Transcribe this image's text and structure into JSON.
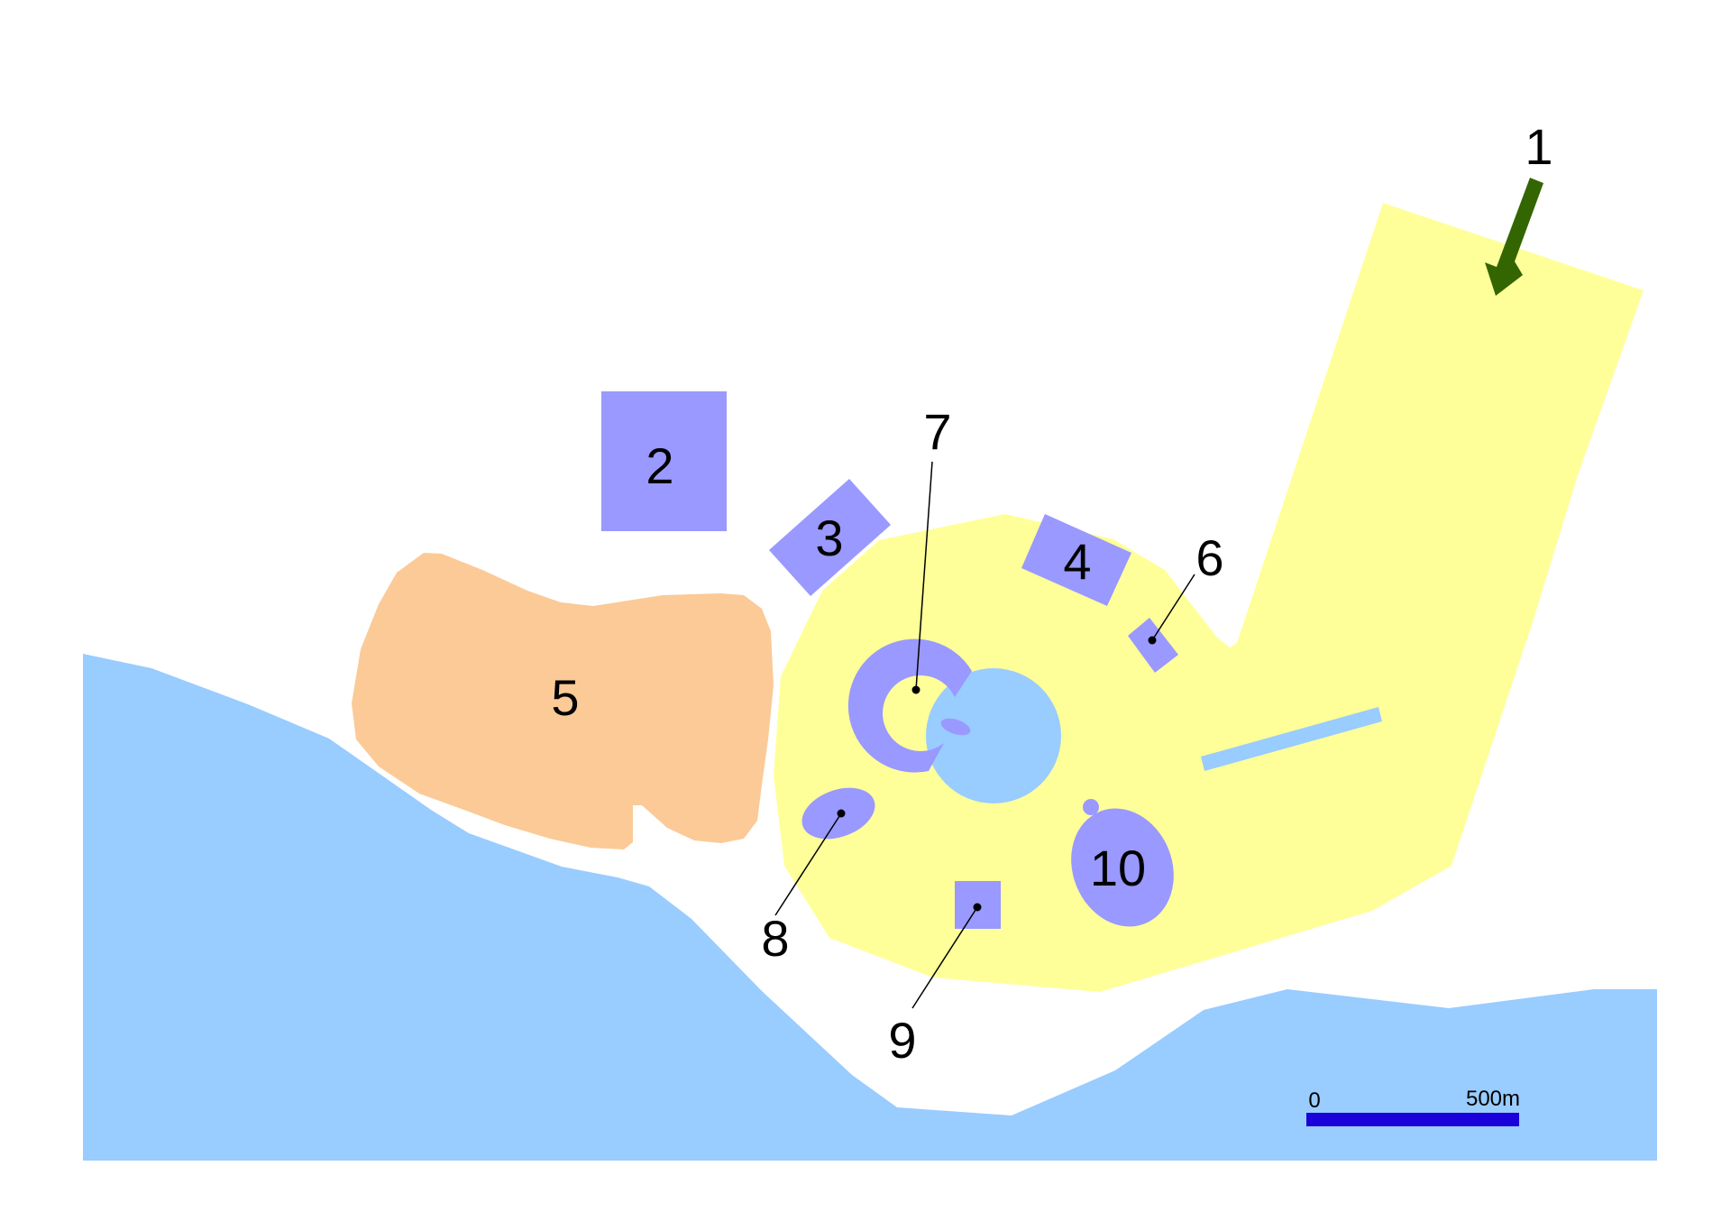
{
  "colors": {
    "water": "#99ccff",
    "site": "#ffff99",
    "building": "#9999ff",
    "area5": "#fbca97",
    "arrow": "#336600",
    "scalebar": "#1a00d9",
    "leader": "#000000"
  },
  "labels": {
    "l1": "1",
    "l2": "2",
    "l3": "3",
    "l4": "4",
    "l5": "5",
    "l6": "6",
    "l7": "7",
    "l8": "8",
    "l9": "9",
    "l10": "10"
  },
  "scale": {
    "start": "0",
    "end": "500m"
  }
}
